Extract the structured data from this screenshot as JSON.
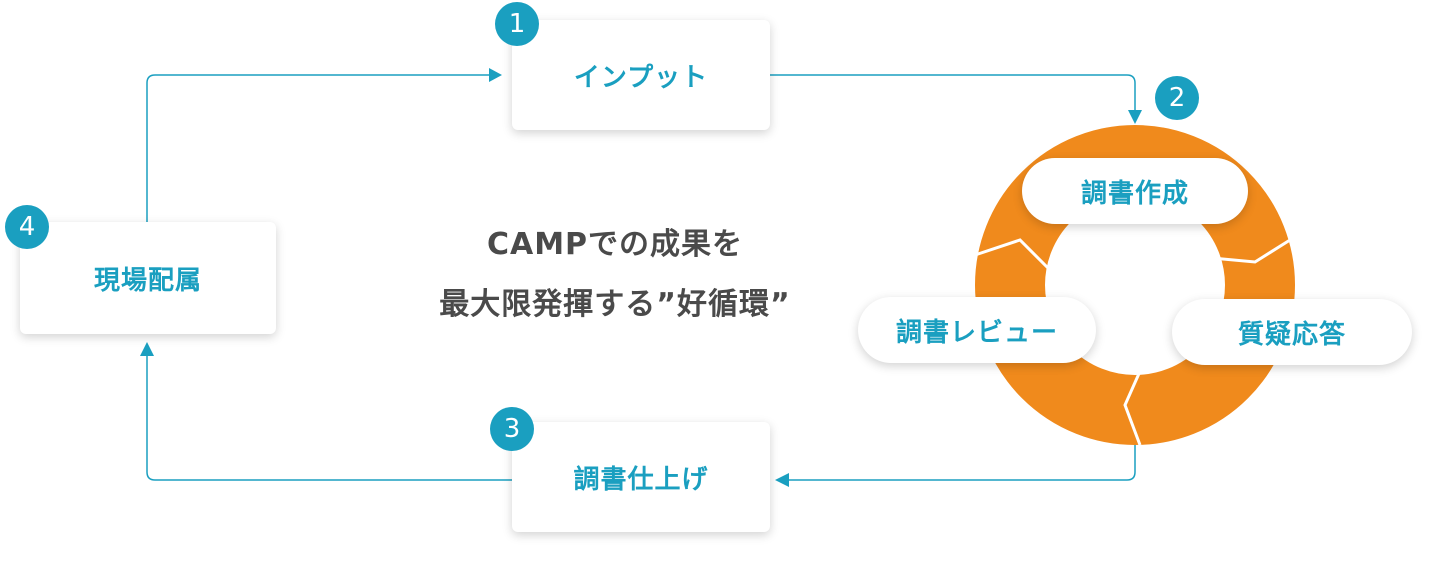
{
  "center": {
    "line1": "CAMPでの成果を",
    "line2": "最大限発揮する”好循環”"
  },
  "steps": {
    "input": {
      "number": "1",
      "label": "インプット"
    },
    "cycle": {
      "number": "2"
    },
    "finish": {
      "number": "3",
      "label": "調書仕上げ"
    },
    "assign": {
      "number": "4",
      "label": "現場配属"
    }
  },
  "cycle_items": {
    "create": "調書作成",
    "qa": "質疑応答",
    "review": "調書レビュー"
  },
  "colors": {
    "accent": "#1a9fc0",
    "ring": "#f08a1c",
    "text": "#4a4a4a"
  }
}
